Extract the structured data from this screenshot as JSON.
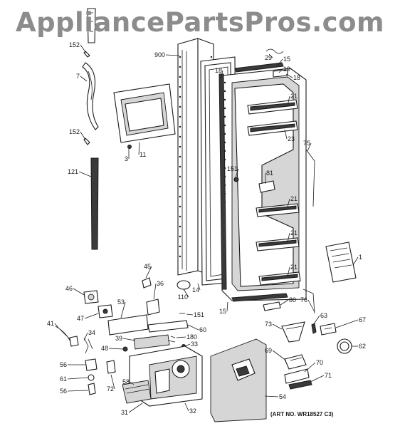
{
  "watermark": "AppliancePartsPros.com",
  "caption": "(ART NO. WR18527 C3)",
  "callouts": [
    {
      "name": "callout-152-upper",
      "text": "152"
    },
    {
      "name": "callout-7",
      "text": "7"
    },
    {
      "name": "callout-152-lower",
      "text": "152"
    },
    {
      "name": "callout-121",
      "text": "121"
    },
    {
      "name": "callout-3",
      "text": "3"
    },
    {
      "name": "callout-11",
      "text": "11"
    },
    {
      "name": "callout-900",
      "text": "900"
    },
    {
      "name": "callout-29",
      "text": "29"
    },
    {
      "name": "callout-15-upper",
      "text": "15"
    },
    {
      "name": "callout-19",
      "text": "19"
    },
    {
      "name": "callout-18-left",
      "text": "18"
    },
    {
      "name": "callout-18-right",
      "text": "18"
    },
    {
      "name": "callout-21-top",
      "text": "21"
    },
    {
      "name": "callout-23",
      "text": "23"
    },
    {
      "name": "callout-75",
      "text": "75"
    },
    {
      "name": "callout-151-upper",
      "text": "151"
    },
    {
      "name": "callout-81",
      "text": "81"
    },
    {
      "name": "callout-21-a",
      "text": "21"
    },
    {
      "name": "callout-21-b",
      "text": "21"
    },
    {
      "name": "callout-21-c",
      "text": "21"
    },
    {
      "name": "callout-1",
      "text": "1"
    },
    {
      "name": "callout-45",
      "text": "45"
    },
    {
      "name": "callout-14",
      "text": "14"
    },
    {
      "name": "callout-36",
      "text": "36"
    },
    {
      "name": "callout-110",
      "text": "110"
    },
    {
      "name": "callout-46",
      "text": "46"
    },
    {
      "name": "callout-80",
      "text": "80"
    },
    {
      "name": "callout-76",
      "text": "76"
    },
    {
      "name": "callout-15-lower",
      "text": "15"
    },
    {
      "name": "callout-53",
      "text": "53"
    },
    {
      "name": "callout-151-lower",
      "text": "151"
    },
    {
      "name": "callout-47",
      "text": "47"
    },
    {
      "name": "callout-41",
      "text": "41"
    },
    {
      "name": "callout-34",
      "text": "34"
    },
    {
      "name": "callout-39",
      "text": "39"
    },
    {
      "name": "callout-60",
      "text": "60"
    },
    {
      "name": "callout-180",
      "text": "180"
    },
    {
      "name": "callout-48",
      "text": "48"
    },
    {
      "name": "callout-33",
      "text": "33"
    },
    {
      "name": "callout-73",
      "text": "73"
    },
    {
      "name": "callout-63",
      "text": "63"
    },
    {
      "name": "callout-67",
      "text": "67"
    },
    {
      "name": "callout-62",
      "text": "62"
    },
    {
      "name": "callout-69",
      "text": "69"
    },
    {
      "name": "callout-70",
      "text": "70"
    },
    {
      "name": "callout-71",
      "text": "71"
    },
    {
      "name": "callout-56-upper",
      "text": "56"
    },
    {
      "name": "callout-61",
      "text": "61"
    },
    {
      "name": "callout-56-lower",
      "text": "56"
    },
    {
      "name": "callout-72",
      "text": "72"
    },
    {
      "name": "callout-58",
      "text": "58"
    },
    {
      "name": "callout-31",
      "text": "31"
    },
    {
      "name": "callout-32",
      "text": "32"
    },
    {
      "name": "callout-54",
      "text": "54"
    }
  ]
}
